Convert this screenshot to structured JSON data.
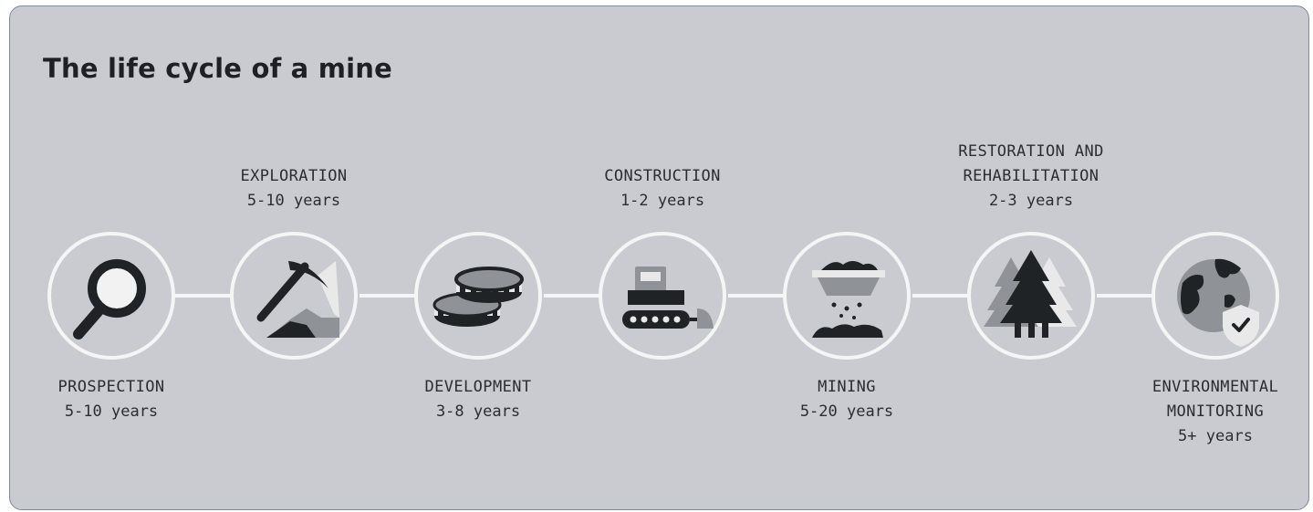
{
  "title": "The life cycle of a mine",
  "colors": {
    "background": "#cacbd0",
    "card_border": "#7d8a99",
    "connector": "#f5f5f5",
    "icon_dark": "#1f2326",
    "icon_grey": "#8f9296",
    "icon_light": "#e9e9ea",
    "text": "#2a2d31"
  },
  "stages": [
    {
      "name": "PROSPECTION",
      "name_line2": "",
      "duration": "5-10 years",
      "icon": "magnifying-glass-icon"
    },
    {
      "name": "EXPLORATION",
      "name_line2": "",
      "duration": "5-10 years",
      "icon": "pickaxe-icon"
    },
    {
      "name": "DEVELOPMENT",
      "name_line2": "",
      "duration": "3-8 years",
      "icon": "coins-icon"
    },
    {
      "name": "CONSTRUCTION",
      "name_line2": "",
      "duration": "1-2 years",
      "icon": "bulldozer-icon"
    },
    {
      "name": "MINING",
      "name_line2": "",
      "duration": "5-20 years",
      "icon": "mine-cart-icon"
    },
    {
      "name": "RESTORATION AND",
      "name_line2": "REHABILITATION",
      "duration": "2-3 years",
      "icon": "trees-icon"
    },
    {
      "name": "ENVIRONMENTAL",
      "name_line2": "MONITORING",
      "duration": "5+ years",
      "icon": "globe-shield-icon"
    }
  ]
}
